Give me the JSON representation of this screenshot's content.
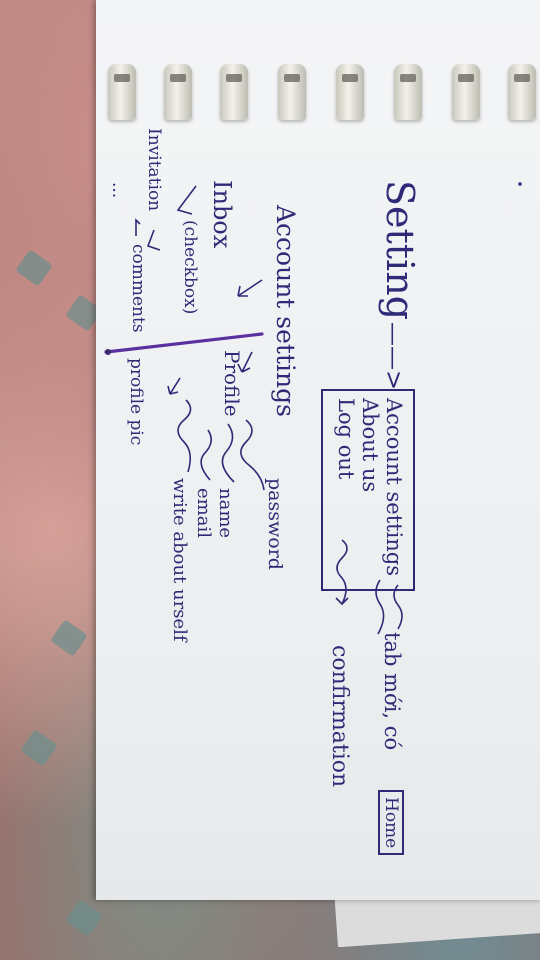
{
  "photo": {
    "subject": "Handwritten app menu sketch on spiral notebook page",
    "ink_color": "#2f2a78",
    "marker_color": "#5a2fa0"
  },
  "sketch": {
    "setting_label": "Setting",
    "arrow_main": "——>",
    "menu_box": [
      "Account settings",
      "About us",
      "Log out"
    ],
    "account_targets": [
      "tab mới, có",
      "Home"
    ],
    "logout_target": "confirmation",
    "account_settings_title": "Account settings",
    "account_settings_items": [
      "Profile",
      "password"
    ],
    "profile_items": [
      "name",
      "email",
      "write about urself",
      "profile pic"
    ],
    "inbox_label": "Inbox",
    "inbox_items": [
      "(checkbox)",
      "comments",
      "Invitation",
      "..."
    ]
  }
}
